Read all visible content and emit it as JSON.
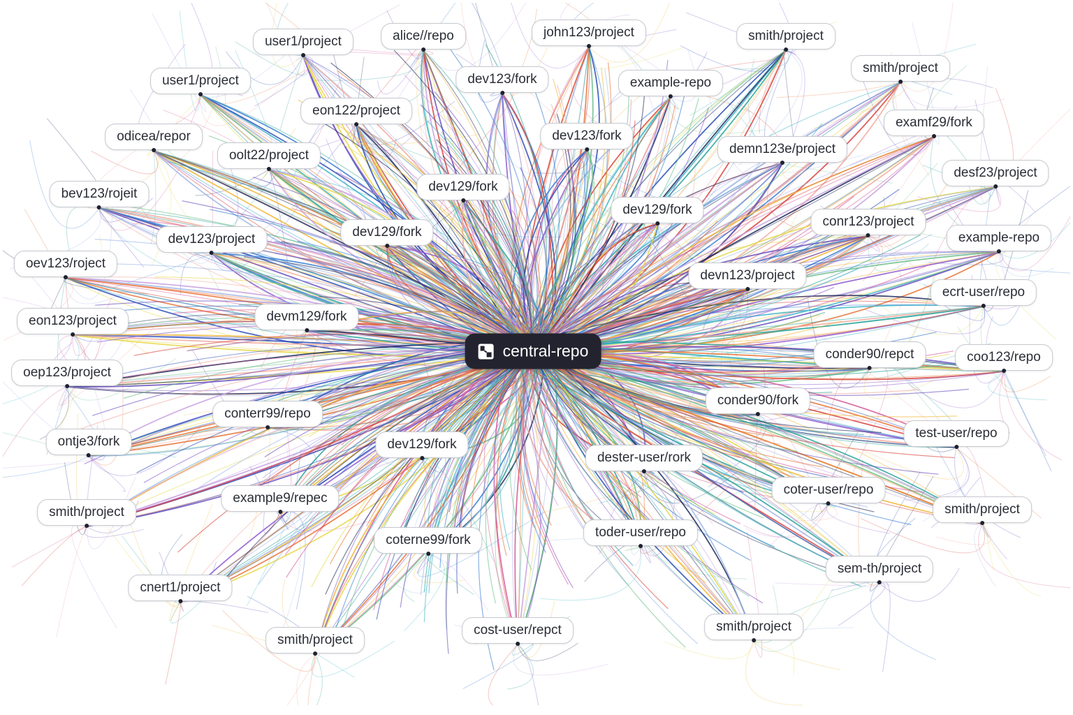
{
  "central": {
    "label": "central-repo",
    "icon": "repo-icon"
  },
  "nodes": [
    {
      "label": "user1/project"
    },
    {
      "label": "alice//repo"
    },
    {
      "label": "john123/project"
    },
    {
      "label": "smith/project"
    },
    {
      "label": "smith/project"
    },
    {
      "label": "user1/project"
    },
    {
      "label": "dev123/fork"
    },
    {
      "label": "example-repo"
    },
    {
      "label": "eon122/project"
    },
    {
      "label": "odicea/repor"
    },
    {
      "label": "dev123/fork"
    },
    {
      "label": "oolt22/project"
    },
    {
      "label": "demn123e/project"
    },
    {
      "label": "examf29/fork"
    },
    {
      "label": "desf23/project"
    },
    {
      "label": "dev129/fork"
    },
    {
      "label": "bev123/rojeit"
    },
    {
      "label": "dev129/fork"
    },
    {
      "label": "dev129/fork"
    },
    {
      "label": "dev123/project"
    },
    {
      "label": "conr123/project"
    },
    {
      "label": "example-repo"
    },
    {
      "label": "oev123/roject"
    },
    {
      "label": "devn123/project"
    },
    {
      "label": "ecrt-user/repo"
    },
    {
      "label": "eon123/project"
    },
    {
      "label": "devm129/fork"
    },
    {
      "label": "conder90/repct"
    },
    {
      "label": "coo123/repo"
    },
    {
      "label": "oep123/project"
    },
    {
      "label": "conder90/fork"
    },
    {
      "label": "conterr99/repo"
    },
    {
      "label": "test-user/repo"
    },
    {
      "label": "ontje3/fork"
    },
    {
      "label": "dev129/fork"
    },
    {
      "label": "dester-user/rork"
    },
    {
      "label": "coter-user/repo"
    },
    {
      "label": "example9/repec"
    },
    {
      "label": "smith/project"
    },
    {
      "label": "smith/project"
    },
    {
      "label": "coterne99/fork"
    },
    {
      "label": "toder-user/repo"
    },
    {
      "label": "sem-th/project"
    },
    {
      "label": "cnert1/project"
    },
    {
      "label": "smith/project"
    },
    {
      "label": "cost-user/repct"
    },
    {
      "label": "smith/project"
    }
  ],
  "edge_colors": [
    "#2b4fb8",
    "#3a7fd0",
    "#6a4fc0",
    "#8e5bd0",
    "#d8443c",
    "#e8763a",
    "#f0b93a",
    "#e6d84a",
    "#2aa39a",
    "#3fb6c8",
    "#6cc08a",
    "#d65a9a",
    "#1f2a5a",
    "#9fb7e8",
    "#c9a2e0",
    "#f2a99e"
  ]
}
